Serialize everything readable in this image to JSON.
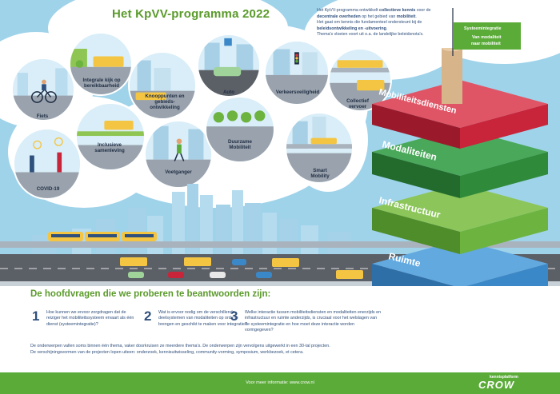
{
  "title": "Het KpVV-programma 2022",
  "intro": {
    "p1_pre": "Het KpVV-programma ontwikkelt ",
    "p1_b1": "collectieve kennis",
    "p1_mid": " voor de ",
    "p1_b2": "decentrale overheden",
    "p1_mid2": " op het gebied van ",
    "p1_b3": "mobiliteit",
    "p1_end": ".",
    "p2_pre": "Het gaat om kennis die fundamenteel ondersteunt bij de ",
    "p2_b": "beleidsontwikkeling en -uitvoering",
    "p2_end": ".",
    "p3": "Thema's vloeien voort uit o.a. de landelijke beleidsnota's."
  },
  "bubbles": {
    "fiets": "Fiets",
    "integrale": "Integrale kijk op bereikbaarheid",
    "knooppunten": "Knooppunten en gebieds-ontwikkeling",
    "auto": "Auto",
    "verkeersveiligheid": "Verkeersveiligheid",
    "collectief": "Collectief vervoer",
    "covid": "COVID-19",
    "inclusieve": "Inclusieve samenleving",
    "voetganger": "Voetganger",
    "duurzame": "Duurzame Mobiliteit",
    "smart": "Smart Mobility"
  },
  "flag": {
    "line1": "Systeemintegratie",
    "line2": "Van modaliteit",
    "line3": "naar mobiliteit"
  },
  "layers": {
    "mobiliteitsdiensten": "Mobiliteitsdiensten",
    "modaliteiten": "Modaliteiten",
    "infrastructuur": "Infrastructuur",
    "ruimte": "Ruimte"
  },
  "questions": {
    "heading": "De hoofdvragen die we proberen te beantwoorden zijn:",
    "items": [
      {
        "num": "1",
        "text": "Hoe kunnen we ervoor zorgdragen dat de reiziger het mobiliteitssysteem ervaart als één dienst (systeemintegratie)?"
      },
      {
        "num": "2",
        "text": "Wat is ervoor nodig om de verschillende deelsystemen van modaliteiten op orde te brengen en geschikt te maken voor integratie?"
      },
      {
        "num": "3",
        "text": "Welke interactie tussen mobiliteitsdiensten en modaliteiten enerzijds en infrastructuur en ruimte anderzijds, is cruciaal voor het welslagen van de systeemintegratie en hoe moet deze interactie worden vormgegeven?"
      }
    ]
  },
  "notes": {
    "line1": "De onderwerpen vallen soms binnen één thema, vaker doorkruisen ze meerdere thema's. De onderwerpen zijn vervolgens uitgewerkt in een 30-tal projecten.",
    "line2": "De verschijningsvormen van de projecten lopen uiteen: onderzoek, kennisuitwisseling, community-vorming, symposium, werkbezoek, et cetera."
  },
  "footer": {
    "more_info": "Voor meer informatie: www.crow.nl",
    "brand_top": "kennisplatform",
    "brand_name": "CROW"
  },
  "colors": {
    "green": "#5aab38",
    "navy": "#2f4f7c",
    "red_layer": "#c8243a",
    "dark_green_layer": "#2f8a3a",
    "light_green_layer": "#6cb33f",
    "blue_layer": "#3b88c9"
  }
}
